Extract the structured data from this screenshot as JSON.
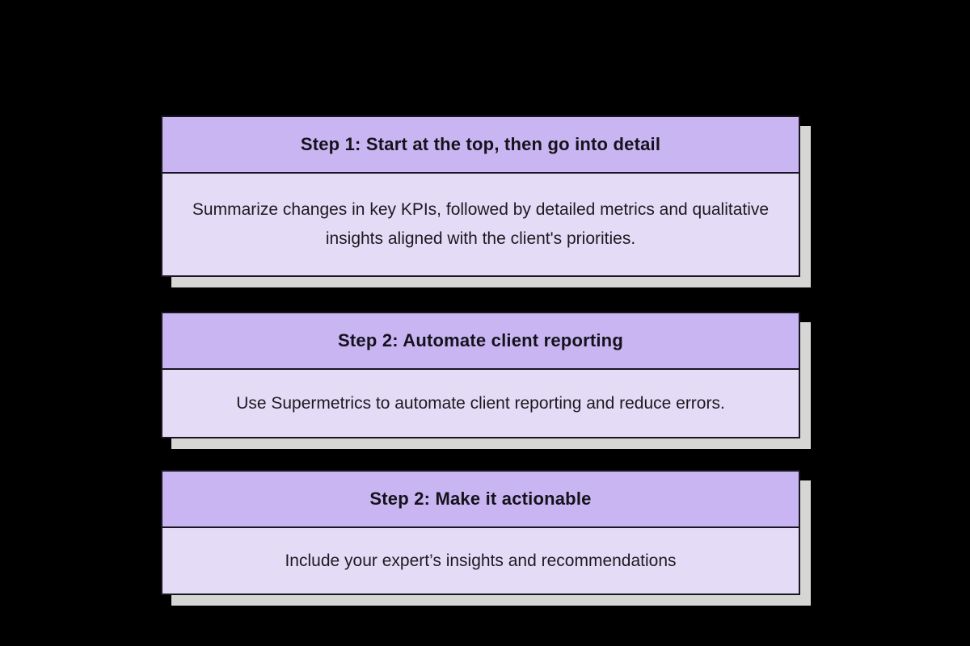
{
  "diagram_title": "client-reporting-steps",
  "background_color": "#000000",
  "colors": {
    "header_bg": "#c8b5f2",
    "body_bg": "#e4dcf7",
    "border": "#191521",
    "shadow": "#d6d6d5",
    "header_text": "#16121c",
    "body_text": "#1c1a20"
  },
  "cards": [
    {
      "header": "Step 1: Start at the top, then go into detail",
      "body": "Summarize changes in key KPIs, followed by detailed metrics and qualitative insights aligned with the client's priorities."
    },
    {
      "header": "Step 2: Automate client reporting",
      "body": "Use Supermetrics to automate client reporting and reduce errors."
    },
    {
      "header": "Step 2: Make it actionable",
      "body": "Include your expert’s insights and recommendations"
    }
  ]
}
